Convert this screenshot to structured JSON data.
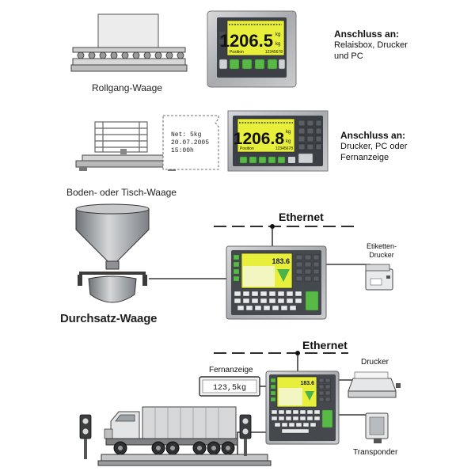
{
  "row1": {
    "caption": "Rollgang-Waage",
    "display": {
      "value": "1206.5",
      "unit_top": "kg",
      "unit_bottom": "kg",
      "position_label": "Position",
      "id": "12345678"
    },
    "connection": {
      "heading": "Anschluss an:",
      "line1": "Relaisbox, Drucker",
      "line2": "und PC"
    }
  },
  "row2": {
    "caption": "Boden- oder Tisch-Waage",
    "display": {
      "value": "1206.8",
      "unit_top": "kg",
      "unit_bottom": "kg",
      "position_label": "Position",
      "id": "12345678"
    },
    "receipt": {
      "line1": "Net: 5kg",
      "line2": "20.07.2005",
      "line3": "15:00h"
    },
    "connection": {
      "heading": "Anschluss an:",
      "line1": "Drucker, PC oder",
      "line2": "Fernanzeige"
    }
  },
  "row3": {
    "caption": "Durchsatz-Waage",
    "network_label": "Ethernet",
    "display_value": "183.6",
    "printer_label_line1": "Etiketten-",
    "printer_label_line2": "Drucker"
  },
  "row4": {
    "network_label": "Ethernet",
    "display_value": "183.6",
    "remote_display_label": "Fernanzeige",
    "remote_display_value": "123,5kg",
    "printer_label": "Drucker",
    "transponder_label": "Transponder"
  },
  "colors": {
    "lcd": "#e8ef3a",
    "panel": "#3c4046",
    "steel": "#b9bcbf",
    "key_green": "#58b947",
    "line": "#111111"
  }
}
